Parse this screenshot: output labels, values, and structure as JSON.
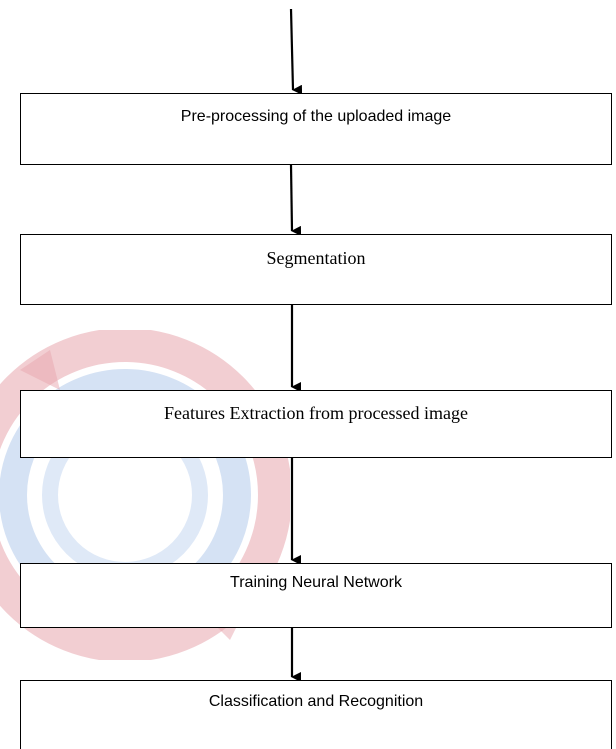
{
  "flowchart": {
    "steps": [
      {
        "label": "Pre-processing of the uploaded image"
      },
      {
        "label": "Segmentation"
      },
      {
        "label": "Features Extraction from processed image"
      },
      {
        "label": "Training Neural Network"
      },
      {
        "label": "Classification and Recognition"
      }
    ]
  },
  "colors": {
    "stroke": "#000000",
    "background": "#ffffff",
    "watermark_red": "#e8a6ad",
    "watermark_blue": "#c3d5ef"
  }
}
